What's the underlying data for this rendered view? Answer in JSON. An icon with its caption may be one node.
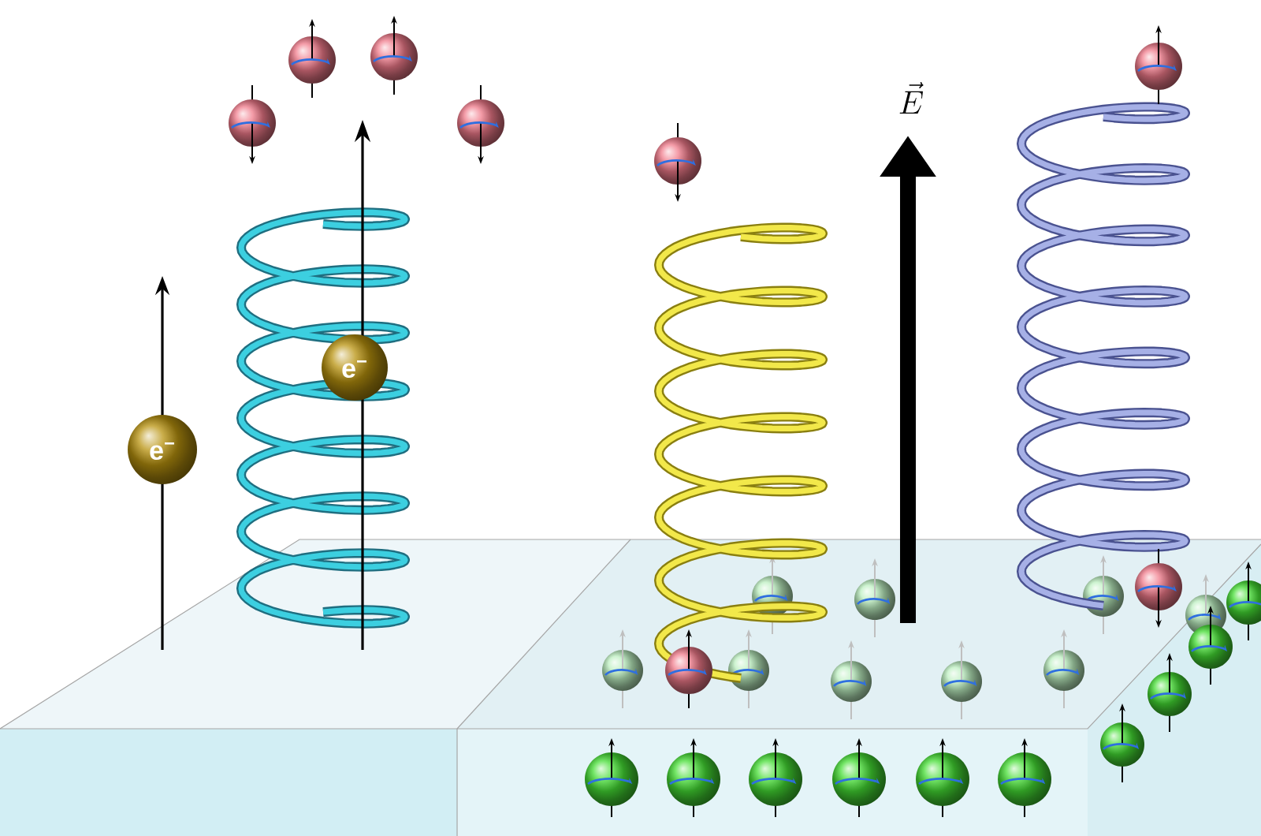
{
  "diagram": {
    "labels": [
      "e$^{−}$",
      "e$^{−}$",
      "\\vec{E}"
    ]
  }
}
